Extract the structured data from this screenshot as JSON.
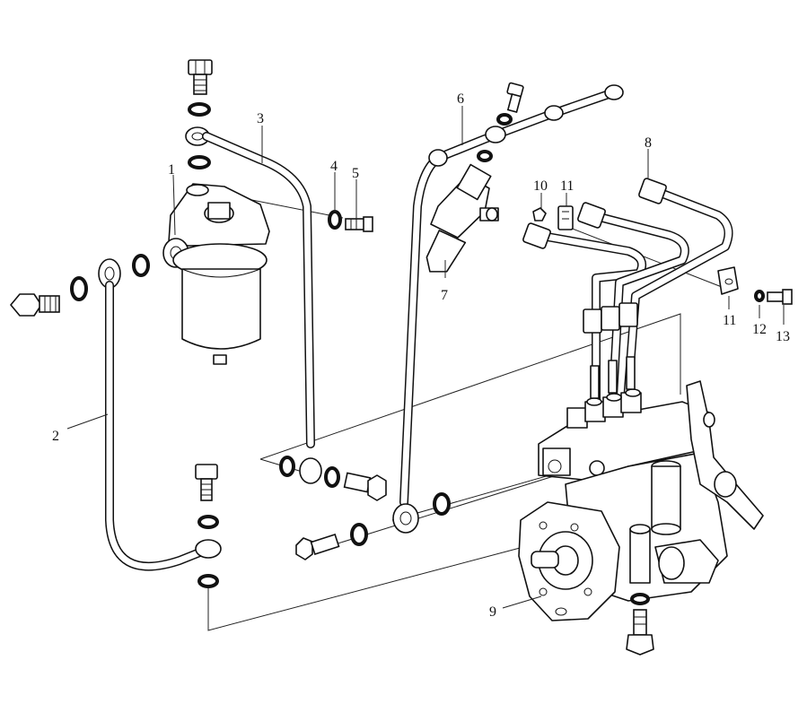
{
  "colors": {
    "line": "#111111",
    "background": "#ffffff"
  },
  "callouts": [
    {
      "id": "c1",
      "label": "1"
    },
    {
      "id": "c2",
      "label": "2"
    },
    {
      "id": "c3",
      "label": "3"
    },
    {
      "id": "c4",
      "label": "4"
    },
    {
      "id": "c5",
      "label": "5"
    },
    {
      "id": "c6",
      "label": "6"
    },
    {
      "id": "c7",
      "label": "7"
    },
    {
      "id": "c8",
      "label": "8"
    },
    {
      "id": "c9",
      "label": "9"
    },
    {
      "id": "c10",
      "label": "10"
    },
    {
      "id": "c11a",
      "label": "11"
    },
    {
      "id": "c11b",
      "label": "11"
    },
    {
      "id": "c12",
      "label": "12"
    },
    {
      "id": "c13",
      "label": "13"
    }
  ]
}
